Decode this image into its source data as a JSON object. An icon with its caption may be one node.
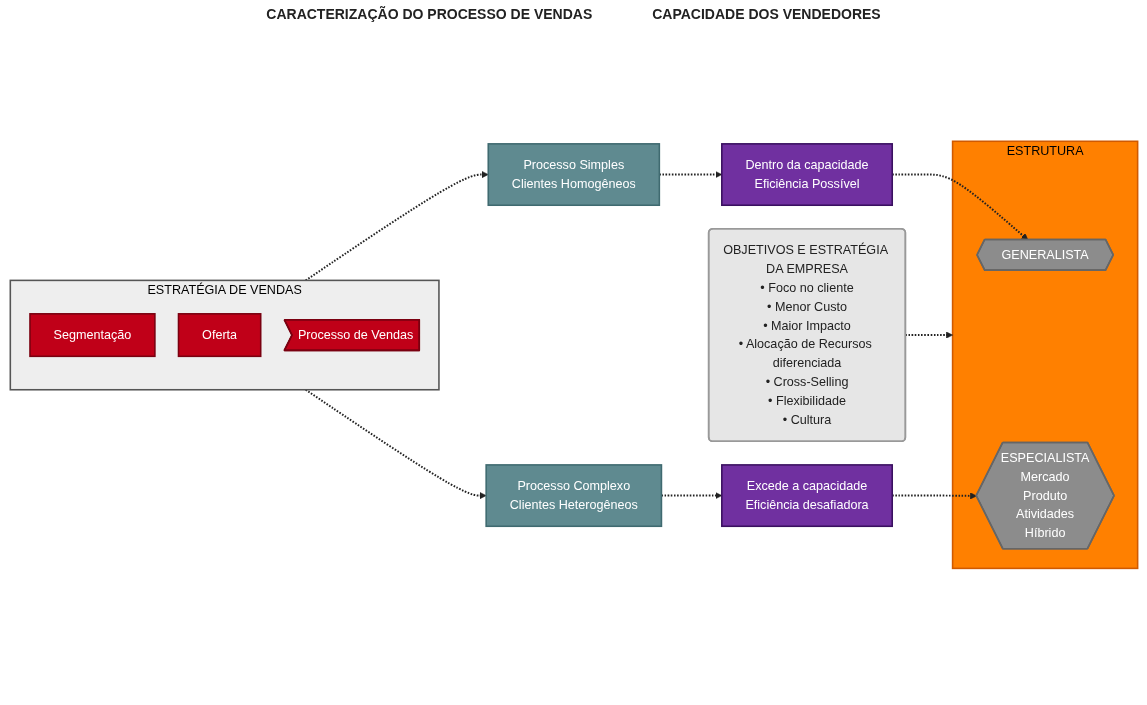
{
  "diagram": {
    "nodes": [
      {
        "text": [
          "ESTRATÉGIA DE VENDAS"
        ]
      },
      {
        "text": [
          "Segmentação"
        ],
        "in": 0
      },
      {
        "text": [
          "Oferta"
        ],
        "in": 0
      },
      {
        "text": [
          "Processo de Vendas"
        ],
        "in": 0
      },
      {
        "text": [
          "Processo Simples",
          "Clientes Homogêneos"
        ]
      },
      {
        "text": [
          "Processo Complexo",
          "Clientes Heterogêneos"
        ]
      },
      {
        "text": [
          "Dentro da capacidade",
          "Eficiência Possível"
        ]
      },
      {
        "text": [
          "Excede a capacidade",
          "Eficiência desafiadora"
        ]
      },
      {
        "text": [
          "ESTRUTURA"
        ]
      },
      {
        "text": [
          "GENERALISTA"
        ],
        "in": 8
      },
      {
        "text": [
          "ESPECIALISTA",
          "Mercado",
          "Produto",
          "Atividades",
          "Híbrido"
        ],
        "in": 8
      },
      {
        "text": [
          "OBJETIVOS E ESTRATÉGIA DA EMPRESA",
          "• Foco no cliente",
          "• Menor Custo",
          "• Maior Impacto",
          "• Alocação de Recursos diferenciada",
          "• Cross-Selling",
          "• Flexibilidade",
          "• Cultura"
        ]
      }
    ],
    "edges": [
      {
        "from": 0,
        "to": 4,
        "arrow": "to",
        "style": "dashed"
      },
      {
        "from": 0,
        "to": 5,
        "arrow": "to",
        "style": "dashed"
      },
      {
        "from": 4,
        "to": 6,
        "arrow": "to",
        "style": "dashed"
      },
      {
        "from": 5,
        "to": 7,
        "arrow": "to",
        "style": "dashed"
      },
      {
        "from": 6,
        "to": 9,
        "arrow": "to",
        "style": "dashed"
      },
      {
        "from": 7,
        "to": 10,
        "arrow": "to",
        "style": "dashed"
      },
      {
        "from": 11,
        "to": 8,
        "arrow": "to",
        "style": "dashed"
      }
    ],
    "labels": [
      "CARACTERIZAÇÃO DO PROCESSO DE VENDAS",
      "CAPACIDADE DOS VENDEDORES"
    ]
  }
}
